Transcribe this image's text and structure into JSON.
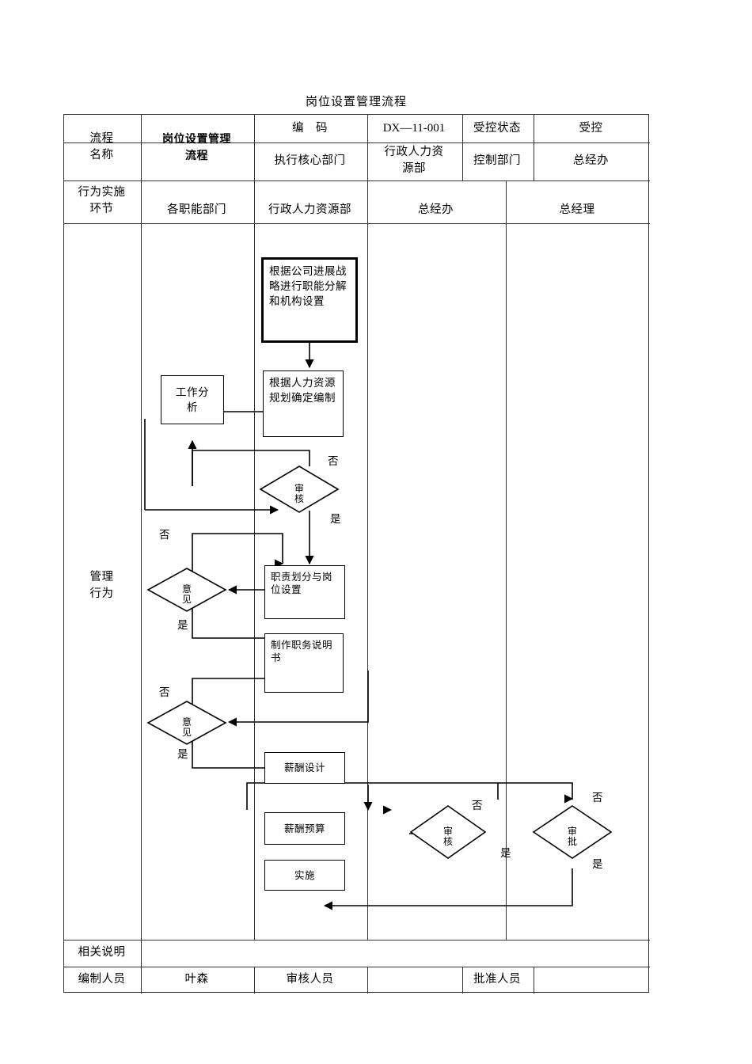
{
  "document": {
    "title": "岗位设置管理流程"
  },
  "header": {
    "row1": {
      "label_name": "流程",
      "label_name2": "名称",
      "process_name": "岗位设置管理",
      "process_name2": "流程",
      "code_label": "编　码",
      "code_value": "DX—11-001",
      "status_label": "受控状态",
      "status_value": "受控"
    },
    "row2": {
      "exec_label": "执行核心部门",
      "exec_value_line1": "行政人力资",
      "exec_value_line2": "源部",
      "control_label": "控制部门",
      "control_value": "总经办"
    }
  },
  "swimlanes": {
    "stage_label_line1": "行为实施",
    "stage_label_line2": "环节",
    "lane1": "各职能部门",
    "lane2": "行政人力资源部",
    "lane3": "总经办",
    "lane4": "总经理"
  },
  "body": {
    "row_label_line1": "管理",
    "row_label_line2": "行为"
  },
  "flowchart": {
    "nodes": [
      {
        "id": "start",
        "label": "根据公司进展战略进行职能分解和机构设置",
        "type": "process-bold",
        "lane": "行政人力资源部"
      },
      {
        "id": "plan",
        "label": "根据人力资源规划确定编制",
        "type": "process",
        "lane": "行政人力资源部"
      },
      {
        "id": "job-analysis",
        "label": "工作分析",
        "type": "process",
        "lane": "各职能部门"
      },
      {
        "id": "review1",
        "label": "审核",
        "type": "decision",
        "lane": "行政人力资源部"
      },
      {
        "id": "opinion1",
        "label": "意见",
        "type": "decision",
        "lane": "各职能部门"
      },
      {
        "id": "duty",
        "label": "职责划分与岗位设置",
        "type": "process",
        "lane": "行政人力资源部"
      },
      {
        "id": "jobdesc",
        "label": "制作职务说明书",
        "type": "process",
        "lane": "行政人力资源部"
      },
      {
        "id": "opinion2",
        "label": "意见",
        "type": "decision",
        "lane": "各职能部门"
      },
      {
        "id": "salary",
        "label": "薪酬设计",
        "type": "process",
        "lane": "行政人力资源部"
      },
      {
        "id": "budget",
        "label": "薪酬预算",
        "type": "process",
        "lane": "行政人力资源部"
      },
      {
        "id": "review2",
        "label": "审核",
        "type": "decision",
        "lane": "总经办"
      },
      {
        "id": "approve",
        "label": "审批",
        "type": "decision",
        "lane": "总经理"
      },
      {
        "id": "implement",
        "label": "实施",
        "type": "process",
        "lane": "行政人力资源部"
      }
    ],
    "branch_labels": {
      "review1_no": "否",
      "review1_yes": "是",
      "opinion1_no": "否",
      "opinion1_yes": "是",
      "opinion2_no": "否",
      "opinion2_yes": "是",
      "review2_no": "否",
      "review2_yes": "是",
      "approve_no": "否",
      "approve_yes": "是"
    }
  },
  "footer": {
    "notes_label": "相关说明",
    "notes_value": "",
    "author_label": "编制人员",
    "author_value": "叶森",
    "reviewer_label": "审核人员",
    "reviewer_value": "",
    "approver_label": "批准人员",
    "approver_value": ""
  }
}
